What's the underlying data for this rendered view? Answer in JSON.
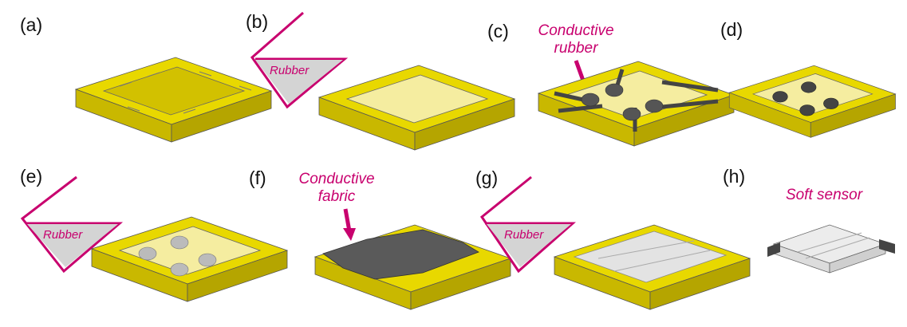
{
  "panels": {
    "a": {
      "label": "(a)"
    },
    "b": {
      "label": "(b)",
      "rubber_label": "Rubber"
    },
    "c": {
      "label": "(c)",
      "annotation_line1": "Conductive",
      "annotation_line2": "rubber"
    },
    "d": {
      "label": "(d)"
    },
    "e": {
      "label": "(e)",
      "rubber_label": "Rubber"
    },
    "f": {
      "label": "(f)",
      "annotation_line1": "Conductive",
      "annotation_line2": "fabric"
    },
    "g": {
      "label": "(g)",
      "rubber_label": "Rubber"
    },
    "h": {
      "label": "(h)",
      "annotation": "Soft sensor"
    }
  },
  "colors": {
    "accent": "#c8006e",
    "mold_yellow": "#f0e000",
    "conductive_gray": "#555555",
    "rubber_gray": "#d4d4d4"
  }
}
